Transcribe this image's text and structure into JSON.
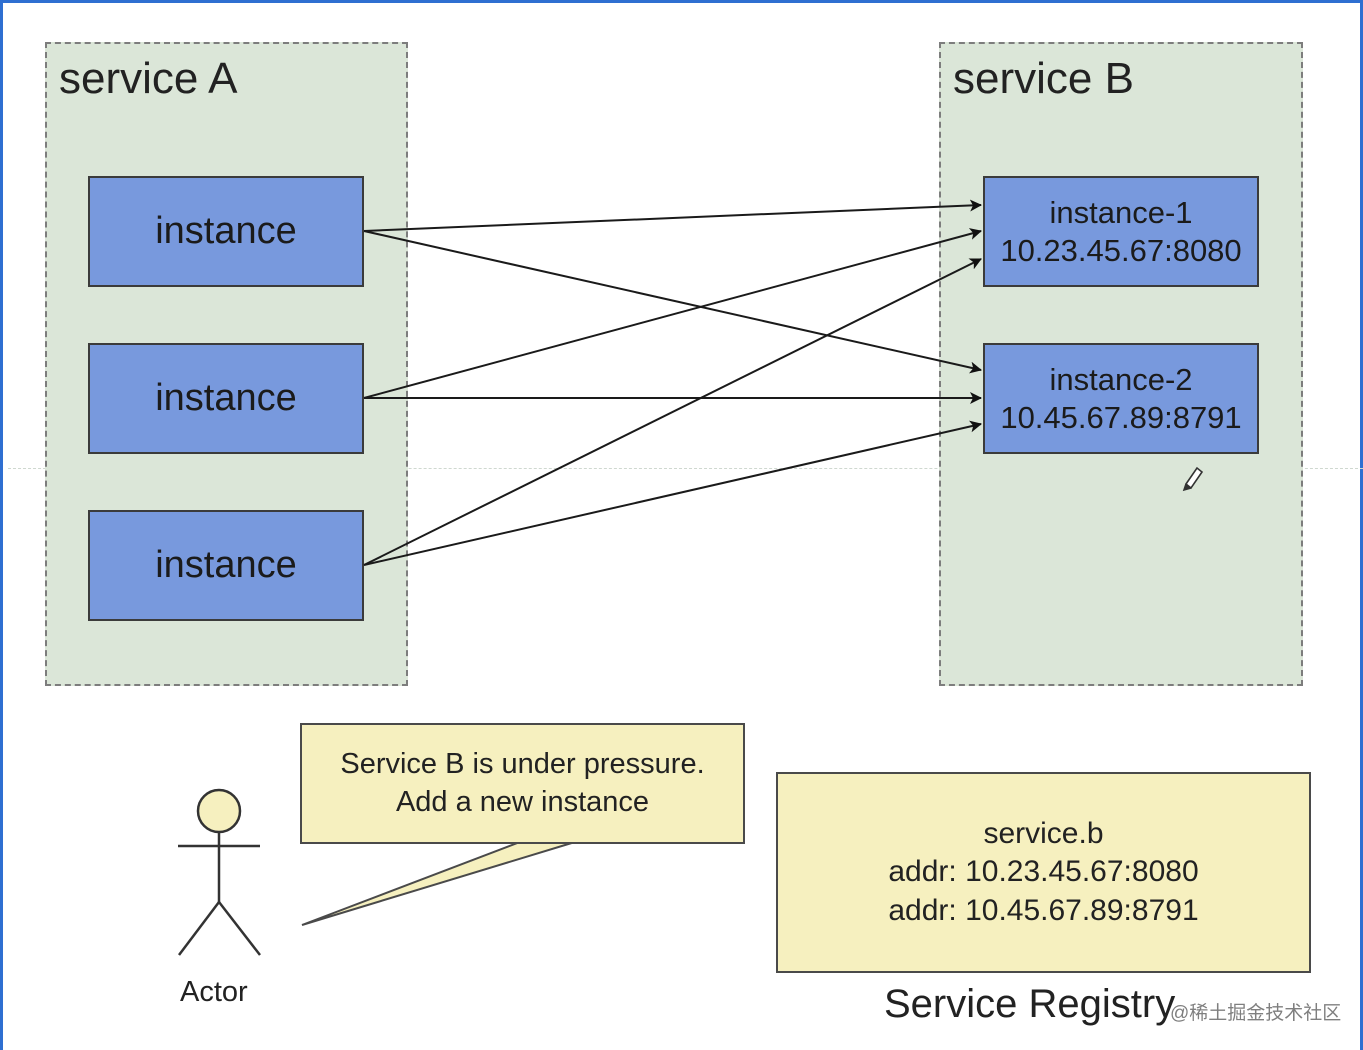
{
  "service_a": {
    "title": "service A",
    "instances": [
      "instance",
      "instance",
      "instance"
    ]
  },
  "service_b": {
    "title": "service B",
    "instance_1": {
      "name": "instance-1",
      "addr": "10.23.45.67:8080"
    },
    "instance_2": {
      "name": "instance-2",
      "addr": "10.45.67.89:8791"
    }
  },
  "callout": {
    "line1": "Service B is under pressure.",
    "line2": "Add a new instance"
  },
  "actor": {
    "label": "Actor"
  },
  "registry": {
    "service": "service.b",
    "addr1": "addr: 10.23.45.67:8080",
    "addr2": "addr: 10.45.67.89:8791",
    "caption": "Service Registry"
  },
  "watermark": "@稀土掘金技术社区",
  "colors": {
    "group_fill": "#dbe6d8",
    "instance_fill": "#7899dd",
    "note_fill": "#f6f0bf",
    "actor_head_fill": "#f6f0bf"
  },
  "icons": {
    "actor": "stick-figure-icon",
    "pencil": "pencil-icon"
  }
}
